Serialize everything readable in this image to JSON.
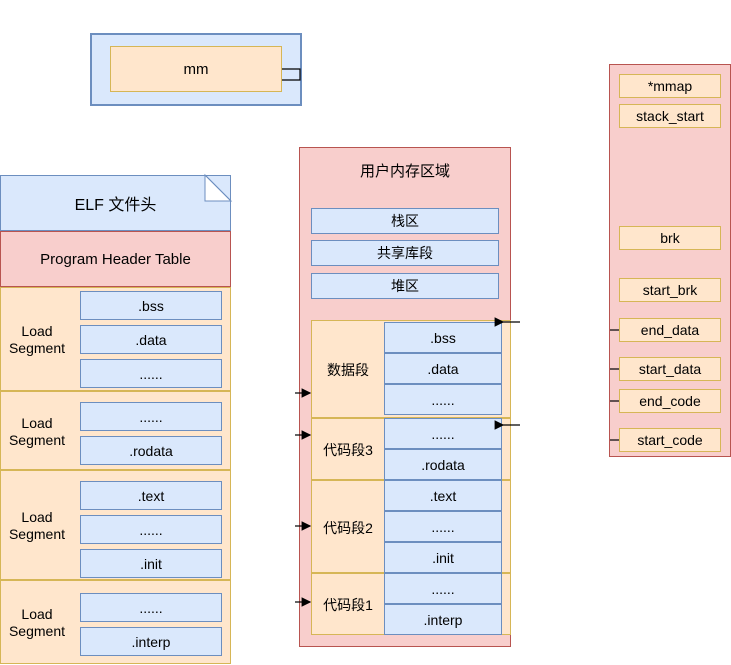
{
  "mm": {
    "label": "mm"
  },
  "elf": {
    "header": "ELF 文件头",
    "program_header_table": "Program Header Table",
    "segments": [
      {
        "label": "Load\nSegment",
        "sections": [
          ".bss",
          ".data",
          "......"
        ]
      },
      {
        "label": "Load\nSegment",
        "sections": [
          "......",
          ".rodata"
        ]
      },
      {
        "label": "Load\nSegment",
        "sections": [
          ".text",
          "......",
          ".init"
        ]
      },
      {
        "label": "Load\nSegment",
        "sections": [
          "......",
          ".interp"
        ]
      }
    ]
  },
  "user_memory": {
    "title": "用户内存区域",
    "rows": [
      "栈区",
      "共享库段",
      "堆区"
    ],
    "segments": [
      {
        "label": "数据段",
        "sections": [
          ".bss",
          ".data",
          "......"
        ]
      },
      {
        "label": "代码段3",
        "sections": [
          "......",
          ".rodata"
        ]
      },
      {
        "label": "代码段2",
        "sections": [
          ".text",
          "......",
          ".init"
        ]
      },
      {
        "label": "代码段1",
        "sections": [
          "......",
          ".interp"
        ]
      }
    ]
  },
  "mm_fields": {
    "items": [
      "*mmap",
      "stack_start",
      "brk",
      "start_brk",
      "end_data",
      "start_data",
      "end_code",
      "start_code"
    ]
  },
  "colors": {
    "blue_fill": "#dae8fc",
    "blue_stroke": "#6c8ebf",
    "orange_fill": "#ffe6cc",
    "orange_stroke": "#d6b656",
    "red_fill": "#f8cecc",
    "red_stroke": "#b85450"
  }
}
